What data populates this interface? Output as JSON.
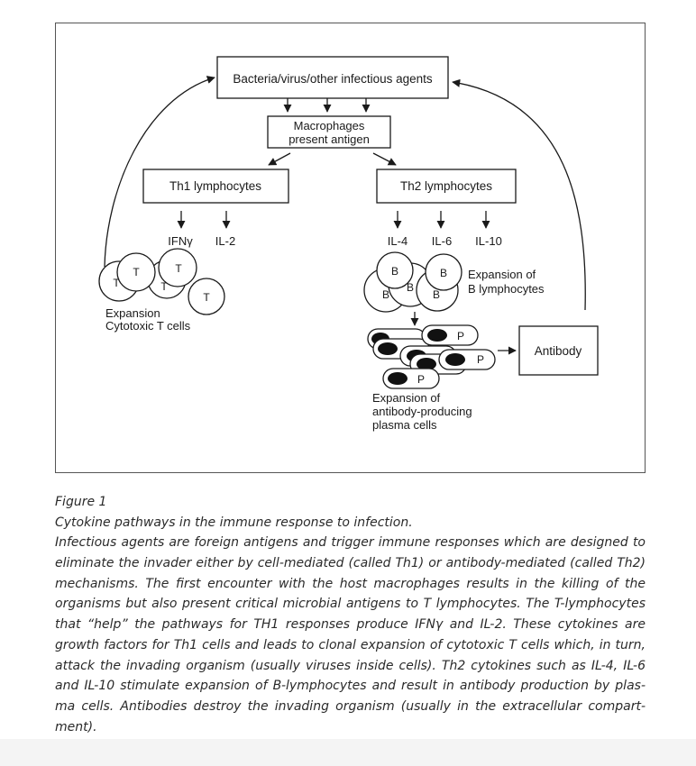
{
  "diagram": {
    "agents_box": "Bacteria/virus/other infectious agents",
    "macrophages_box": [
      "Macrophages",
      "present antigen"
    ],
    "th1_box": "Th1 lymphocytes",
    "th2_box": "Th2 lymphocytes",
    "th1_cytokines": [
      "IFNγ",
      "IL-2"
    ],
    "th2_cytokines": [
      "IL-4",
      "IL-6",
      "IL-10"
    ],
    "t_cell_letter": "T",
    "b_cell_letter": "B",
    "plasma_cell_letter": "P",
    "t_expansion_label": [
      "Expansion",
      "Cytotoxic T cells"
    ],
    "b_expansion_label": [
      "Expansion of",
      "B lymphocytes"
    ],
    "plasma_label": [
      "Expansion of",
      "antibody-producing",
      "plasma cells"
    ],
    "antibody_box": "Antibody"
  },
  "caption": {
    "figure_label": "Figure 1",
    "title": "Cytokine pathways in the immune response to infection.",
    "body_lines": [
      "Infectious agents are foreign antigens and trigger immune responses which are designed to",
      "eliminate the invader either by cell-mediated (called Th1) or antibody-mediated (called Th2)",
      "mechanisms. The first encounter with the host macrophages results in the killing of the",
      "organisms but also present critical microbial antigens to T lymphocytes. The T-lymphocytes",
      "that “help” the pathways for TH1 responses produce IFNγ and IL-2. These cytokines are",
      "growth factors for Th1 cells and leads to clonal expansion of cytotoxic T cells which, in turn,",
      "attack the invading organism (usually viruses inside cells). Th2 cytokines such as IL-4, IL-6",
      "and IL-10 stimulate expansion of B-lymphocytes and result in antibody production by plas-",
      "ma cells. Antibodies destroy the invading organism (usually in the extracellular compart-",
      "ment)."
    ]
  }
}
